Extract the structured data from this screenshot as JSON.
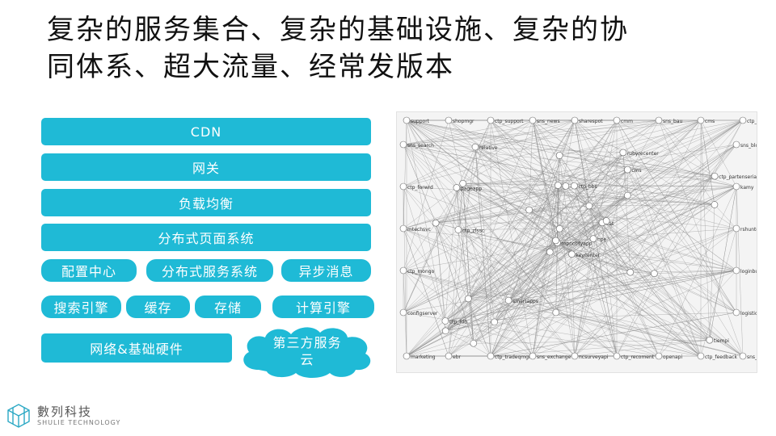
{
  "slide": {
    "title_line1": "复杂的服务集合、复杂的基础设施、复杂的协",
    "title_line2": "同体系、超大流量、经常发版本"
  },
  "stack": {
    "cdn": "CDN",
    "gateway": "网关",
    "load_balance": "负载均衡",
    "distributed_page": "分布式页面系统",
    "config_center": "配置中心",
    "distributed_service": "分布式服务系统",
    "async_message": "异步消息",
    "search_engine": "搜索引擎",
    "cache": "缓存",
    "storage": "存储",
    "compute_engine": "计算引擎",
    "network_hardware": "网络&基础硬件",
    "third_party_cloud": "第三方服务云"
  },
  "graph_labels": [
    "support",
    "marketing",
    "shopmgr",
    "ebr",
    "ctp_support",
    "ctp_tradeqmgr",
    "sns_news",
    "sns_exchange",
    "sharespot",
    "ncsurveyapi",
    "cmm",
    "ctp_recoment",
    "sns_bau",
    "openapi",
    "cms",
    "ctp_feedback",
    "ctp_adsmall",
    "sns_partner",
    "sns_search",
    "sns_blog",
    "ctp_forwrd",
    "kamy",
    "mtechsvc",
    "rshuntgr",
    "ctp_mongo",
    "loginbusiness",
    "configserver",
    "logisticscenter",
    "keycenter",
    "pageapp",
    "topnotifyapp",
    "ctp_fdb",
    "cat",
    "smartapps",
    "rubyrecenter",
    "ctp_bbs",
    "cms",
    "hpe",
    "relative",
    "tiempi",
    "ctp_zfssc",
    "ctp_partenserial"
  ],
  "colors": {
    "accent": "#1fbad6",
    "title": "#111111",
    "edge": "#8a8a8a"
  },
  "logo": {
    "name": "數列科技",
    "tagline": "SHULIE TECHNOLOGY",
    "icon": "hexagon-lattice-icon"
  }
}
